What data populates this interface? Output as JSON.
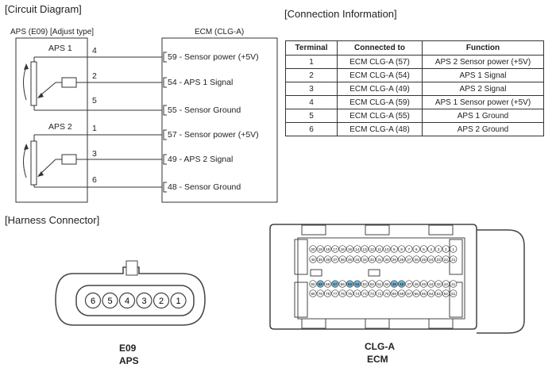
{
  "sections": {
    "circuit": "[Circuit Diagram]",
    "connection": "[Connection Information]",
    "harness": "[Harness Connector]"
  },
  "aps_box_title": "APS (E09) [Adjust type]",
  "ecm_box_title": "ECM (CLG-A)",
  "sensors": [
    {
      "name": "APS 1",
      "pins": [
        "4",
        "2",
        "5"
      ]
    },
    {
      "name": "APS 2",
      "pins": [
        "1",
        "3",
        "6"
      ]
    }
  ],
  "ecm_terminals": [
    "59 - Sensor power (+5V)",
    "54 - APS 1 Signal",
    "55 - Sensor Ground",
    "57 - Sensor power (+5V)",
    "49 - APS 2 Signal",
    "48 - Sensor Ground"
  ],
  "table": {
    "headers": [
      "Terminal",
      "Connected to",
      "Function"
    ],
    "rows": [
      [
        "1",
        "ECM CLG-A (57)",
        "APS 2 Sensor power (+5V)"
      ],
      [
        "2",
        "ECM CLG-A (54)",
        "APS 1 Signal"
      ],
      [
        "3",
        "ECM CLG-A (49)",
        "APS 2 Signal"
      ],
      [
        "4",
        "ECM CLG-A (59)",
        "APS 1 Sensor power (+5V)"
      ],
      [
        "5",
        "ECM CLG-A (55)",
        "APS 1 Ground"
      ],
      [
        "6",
        "ECM CLG-A (48)",
        "APS 2 Ground"
      ]
    ]
  },
  "aps_connector": {
    "pins": [
      "6",
      "5",
      "4",
      "3",
      "2",
      "1"
    ],
    "label_code": "E09",
    "label_name": "APS"
  },
  "ecm_connector": {
    "label_code": "CLG-A",
    "label_name": "ECM",
    "row1": [
      "20",
      "19",
      "18",
      "17",
      "16",
      "15",
      "14",
      "13",
      "12",
      "11",
      "10",
      "9",
      "8",
      "7",
      "6",
      "5",
      "4",
      "3",
      "2",
      "1"
    ],
    "row2": [
      "40",
      "39",
      "38",
      "37",
      "36",
      "35",
      "34",
      "33",
      "32",
      "31",
      "30",
      "29",
      "28",
      "27",
      "26",
      "25",
      "24",
      "23",
      "22",
      "21"
    ],
    "row3": [
      "60",
      "59",
      "58",
      "57",
      "56",
      "55",
      "54",
      "53",
      "52",
      "51",
      "50",
      "49",
      "48",
      "47",
      "46",
      "45",
      "44",
      "43",
      "42",
      "41"
    ],
    "row4": [
      "80",
      "79",
      "78",
      "77",
      "76",
      "75",
      "74",
      "73",
      "72",
      "71",
      "70",
      "69",
      "68",
      "67",
      "66",
      "65",
      "64",
      "63",
      "62",
      "61"
    ],
    "highlighted_pins": [
      "59",
      "57",
      "55",
      "54",
      "49",
      "48"
    ],
    "highlight_color": "#6fb3d6"
  }
}
